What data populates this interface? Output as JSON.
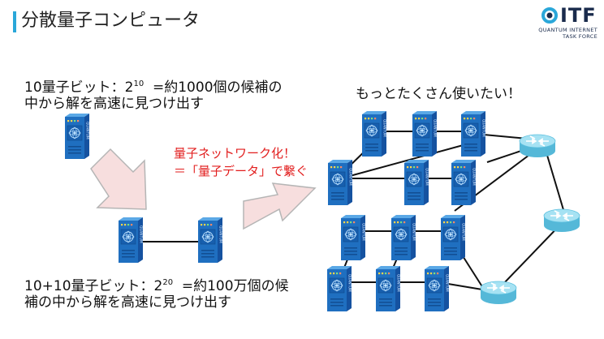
{
  "title": "分散量子コンピュータ",
  "logo": {
    "text": "ITF",
    "sub1": "QUANTUM INTERNET",
    "sub2": "TASK FORCE"
  },
  "block1": {
    "line1_a": "10量子ビット：2",
    "line1_sup": "10",
    "line1_b": "=約1000個の候補の",
    "line2": "中から解を高速に見つけ出す"
  },
  "block2": {
    "line1_a": "10+10量子ビット：2",
    "line1_sup": "20",
    "line1_b": "=約100万個の候",
    "line2": "補の中から解を高速に見つけ出す"
  },
  "note": {
    "line1": "量子ネットワーク化！",
    "line2": "＝「量子データ」で繋ぐ"
  },
  "right_caption": "もっとたくさん使いたい！",
  "server_label": "QUANTUM",
  "colors": {
    "accent": "#2aa7d9",
    "red": "#e21e1e",
    "server": "#1f6fc0",
    "router": "#8fd7ee",
    "arrow_fill": "#f7dede",
    "arrow_stroke": "#b5b5b5"
  }
}
